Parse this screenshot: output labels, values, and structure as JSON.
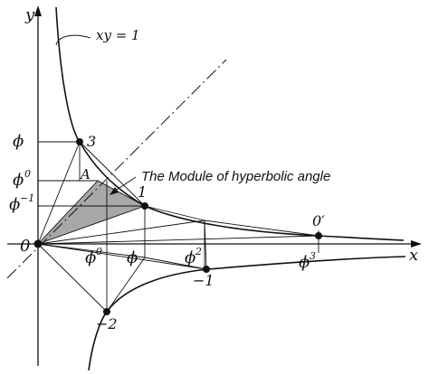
{
  "axes": {
    "x_label": "x",
    "y_label": "y",
    "origin_label": "0"
  },
  "curve_label": "xy = 1",
  "caption": "The Module of hyperbolic angle",
  "point_labels": {
    "p3": "3",
    "p1": "1",
    "pA": "A",
    "pneg1": "−1",
    "pneg2": "−2",
    "p0prime": "0′"
  },
  "y_tick_labels": {
    "phi": "ϕ",
    "phi0": "ϕ",
    "phi0_sup": "0",
    "phi_neg1": "ϕ",
    "phi_neg1_sup": "−1"
  },
  "x_tick_labels": {
    "phi0": "ϕ",
    "phi0_sup": "0",
    "phi": "ϕ",
    "phi2": "ϕ",
    "phi2_sup": "2",
    "phi3": "ϕ",
    "phi3_sup": "3"
  },
  "colors": {
    "ink": "#111111",
    "shade": "#a8a8a8",
    "background": "#ffffff"
  }
}
